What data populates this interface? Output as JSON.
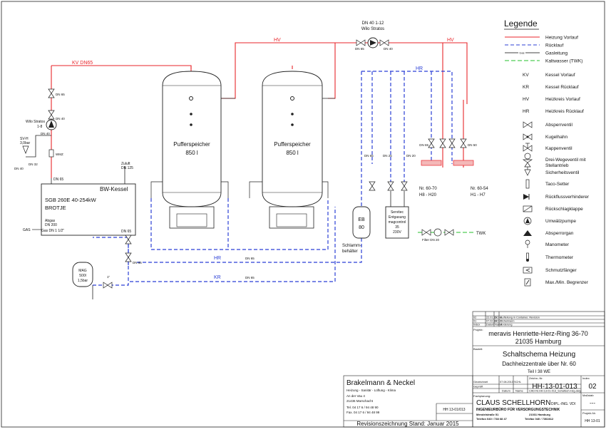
{
  "legend": {
    "title": "Legende",
    "lines": [
      {
        "label": "Heizung Vorlauf",
        "color": "#e8262b"
      },
      {
        "label": "Rücklauf",
        "color": "#2b3fd6"
      },
      {
        "label": "Gasleitung",
        "color": "#444444",
        "tag": "Gas"
      },
      {
        "label": "Kaltwasser (TWK)",
        "color": "#26c22b"
      }
    ],
    "abbr": [
      {
        "code": "KV",
        "label": "Kessel Vorlauf"
      },
      {
        "code": "KR",
        "label": "Kessel Rücklauf"
      },
      {
        "code": "HV",
        "label": "Heizkreis Vorlauf"
      },
      {
        "code": "HR",
        "label": "Heizkreis Rücklauf"
      }
    ],
    "symbols": [
      {
        "icon": "gate-valve-icon",
        "label": "Absperrventil"
      },
      {
        "icon": "ball-valve-icon",
        "label": "Kugelhahn"
      },
      {
        "icon": "cap-valve-icon",
        "label": "Kappenventil"
      },
      {
        "icon": "three-way-valve-icon",
        "label": "Drei-Wegeventil mit Stellantrieb"
      },
      {
        "icon": "safety-valve-icon",
        "label": "Sicherheitsventil"
      },
      {
        "icon": "taco-setter-icon",
        "label": "Taco-Setter"
      },
      {
        "icon": "check-valve-icon",
        "label": "Rückflussverhinderer"
      },
      {
        "icon": "non-return-flap-icon",
        "label": "Rückschlagklappe"
      },
      {
        "icon": "circulation-pump-icon",
        "label": "Umwälzpumpe"
      },
      {
        "icon": "shutoff-device-icon",
        "label": "Absperrorgan"
      },
      {
        "icon": "manometer-icon",
        "label": "Manometer"
      },
      {
        "icon": "thermometer-icon",
        "label": "Thermometer"
      },
      {
        "icon": "dirt-trap-icon",
        "label": "Schmutzfänger"
      },
      {
        "icon": "limiter-icon",
        "label": "Max./Min. Begrenzer"
      }
    ]
  },
  "diagram": {
    "labels": {
      "kv_main": "KV DN65",
      "hv_left": "HV",
      "hv_right": "HV",
      "hr_top": "HR",
      "hr_bottom": "HR",
      "kr_bottom": "KR",
      "pump_top_dn": "DN 40 1-12",
      "pump_top_name": "Wilo Stratos",
      "pump_left_name": "Wilo Stratos",
      "pump_left_size": "1-8",
      "sv_name": "SV-H",
      "sv_pressure": "3,0bar",
      "wmz": "WMZ",
      "zuluft": "Zuluft",
      "zuluft_dn": "DN 125",
      "abgas": "Abgas",
      "abgas_dn": "DN 200",
      "gas": "GAS",
      "gas_dn": "Gas DN 1 1/2\"",
      "tank1_name": "Pufferspeicher",
      "tank1_vol": "850 l",
      "tank2_name": "Pufferspeicher",
      "tank2_vol": "850 l",
      "boiler_title": "BW-Kessel",
      "boiler_model": "SGB 260E 40-254kW",
      "boiler_brand": "BROTJE",
      "eb_name": "EB",
      "eb_vol": "80",
      "sludge": "Schlamm-",
      "sludge2": "behälter",
      "servitec1": "Servitec",
      "servitec2": "Entgasung",
      "servitec3": "magcontrol",
      "servitec4": "35",
      "servitec5": "230V",
      "mag1": "MAG",
      "mag2": "500l",
      "mag3": "1,5bar",
      "circuit_left": "Nr. 60-70",
      "circuit_left_sub": "H8 - H20",
      "circuit_right": "Nr. 60-54",
      "circuit_right_sub": "H1 - H7",
      "filter": "Filter DN 20",
      "twk": "TWK",
      "dn65a": "DN 65",
      "dn65b": "DN 65",
      "dn65c": "DN 65",
      "dn65d": "DN 65",
      "dn65e": "DN 65",
      "dn65f": "DN 65",
      "dn50a": "DN 50",
      "dn40a": "DN 40",
      "dn40b": "DN 40",
      "dn40c": "DN 40",
      "dn32": "DN 32",
      "dn25": "DN 25",
      "dn20": "DN 20",
      "dn65_eb": "DN 65",
      "dn65_hr": "DN 65",
      "dn65_kr": "DN 65",
      "dn65_boil": "DN 65",
      "dn65_pump": "DN 65",
      "one_inch": "1\""
    }
  },
  "title_block": {
    "revisions": [
      {
        "idx": "02",
        "date": "22.01.15",
        "name": "SCHL",
        "text": "Aufteilung in Container, Revision"
      },
      {
        "idx": "01",
        "date": "07.02.14",
        "name": "SCHL",
        "text": "Tichelmann"
      }
    ],
    "rev_headers": [
      "Index",
      "Datum",
      "Name",
      "Änderung"
    ],
    "projekt_label": "Projekt:",
    "projekt_line1": "meravis Henriette-Herz-Ring 36-70",
    "projekt_line2": "21035 Hamburg",
    "bauteil_label": "Bauteil:",
    "title_main": "Schaltschema Heizung",
    "title_sub": "Dachheizzentrale über Nr. 60",
    "title_sub2": "Teil I 38 WE",
    "zeichn_label": "Zeichn.-Nr.",
    "zeichn_nr": "HH-13-01-013",
    "index_label": "Index",
    "index_val": "02",
    "gezeichnet_label": "Gezeichnet",
    "gezeichnet_date": "07.08.2013",
    "gezeichnet_name": "SCHL",
    "geprueft_label": "Geprüft",
    "datum_label": "Datum",
    "name_label": "Name",
    "cad_label": "CAD-Nr.",
    "cad_val": "HH-13-01-013_Schaltsch-Hzg.dwg",
    "fachplanung_label": "Fachplanung:",
    "planner_name": "CLAUS SCHELLHORN",
    "planner_title": "DIPL.-ING. VDI",
    "planner_office": "INGENIEURBÜRO FÜR VERSORGUNGSTECHNIK",
    "planner_addr1": "Mendelstraße 51",
    "planner_addr2": "21031 Hamburg",
    "planner_tel": "Telefon 040 / 738 68 47",
    "planner_fax": "Telefax 040 / 7302812",
    "massstab_label": "Maßstab",
    "massstab_val": "---",
    "projekt_nr_label": "Projekt-Nr.",
    "projekt_nr_val": "HH 13-01",
    "company_name": "Brakelmann & Neckel",
    "company_sub": "Heizung - Sanitär - Lüftung - Klima",
    "company_addr1": "An der Vau 4",
    "company_addr2": "21436 Marschacht",
    "company_tel": "Tel. 04 17 6 / 94 48 90",
    "company_fax": "Fax. 04 17 6 / 94 48 99",
    "company_nr": "HH 13-01/013",
    "revision_stand": "Revisionszeichnung Stand: Januar 2015"
  }
}
